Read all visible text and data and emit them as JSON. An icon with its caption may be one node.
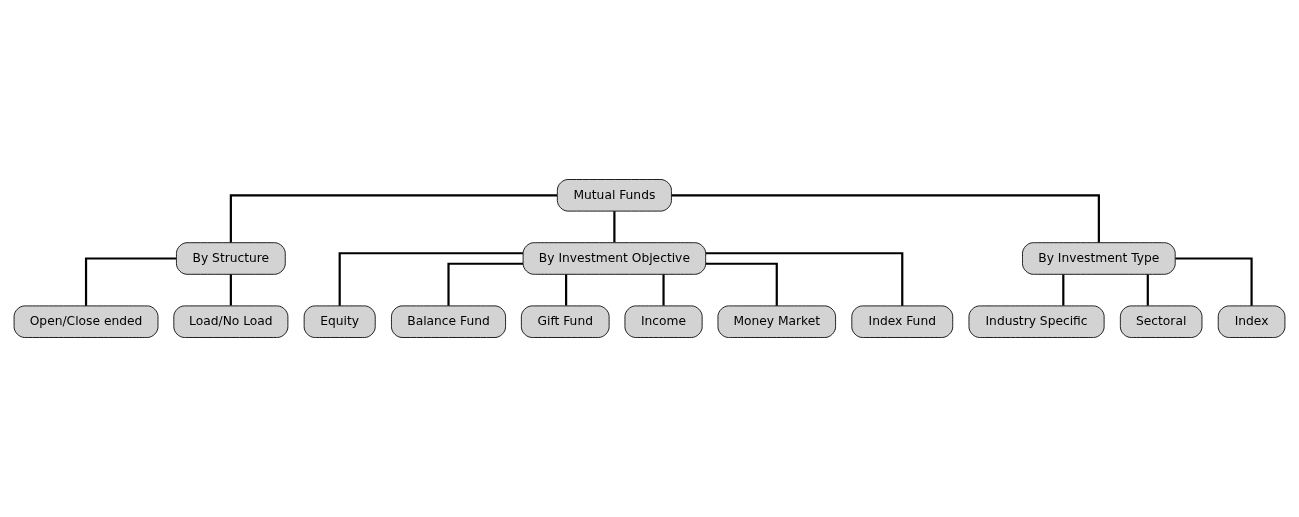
{
  "diagram": {
    "nodes": [
      {
        "text": [
          "Mutual Funds"
        ]
      },
      {
        "text": [
          "By Structure"
        ]
      },
      {
        "text": [
          "By Investment Objective"
        ]
      },
      {
        "text": [
          "By Investment Type"
        ]
      },
      {
        "text": [
          "Open/Close ended"
        ]
      },
      {
        "text": [
          "Load/No Load"
        ]
      },
      {
        "text": [
          "Equity"
        ]
      },
      {
        "text": [
          "Balance Fund"
        ]
      },
      {
        "text": [
          "Gift Fund"
        ]
      },
      {
        "text": [
          "Income"
        ]
      },
      {
        "text": [
          "Money Market"
        ]
      },
      {
        "text": [
          "Index Fund"
        ]
      },
      {
        "text": [
          "Industry Specific"
        ]
      },
      {
        "text": [
          "Sectoral"
        ]
      },
      {
        "text": [
          "Index"
        ]
      }
    ],
    "edges": [
      {
        "from": 0,
        "to": 1,
        "arrow": "none"
      },
      {
        "from": 0,
        "to": 2,
        "arrow": "none"
      },
      {
        "from": 0,
        "to": 3,
        "arrow": "none"
      },
      {
        "from": 1,
        "to": 4,
        "arrow": "none"
      },
      {
        "from": 1,
        "to": 5,
        "arrow": "none"
      },
      {
        "from": 2,
        "to": 6,
        "arrow": "none"
      },
      {
        "from": 2,
        "to": 7,
        "arrow": "none"
      },
      {
        "from": 2,
        "to": 8,
        "arrow": "none"
      },
      {
        "from": 2,
        "to": 9,
        "arrow": "none"
      },
      {
        "from": 2,
        "to": 10,
        "arrow": "none"
      },
      {
        "from": 2,
        "to": 11,
        "arrow": "none"
      },
      {
        "from": 3,
        "to": 12,
        "arrow": "none"
      },
      {
        "from": 3,
        "to": 13,
        "arrow": "none"
      },
      {
        "from": 3,
        "to": 14,
        "arrow": "none"
      }
    ]
  }
}
